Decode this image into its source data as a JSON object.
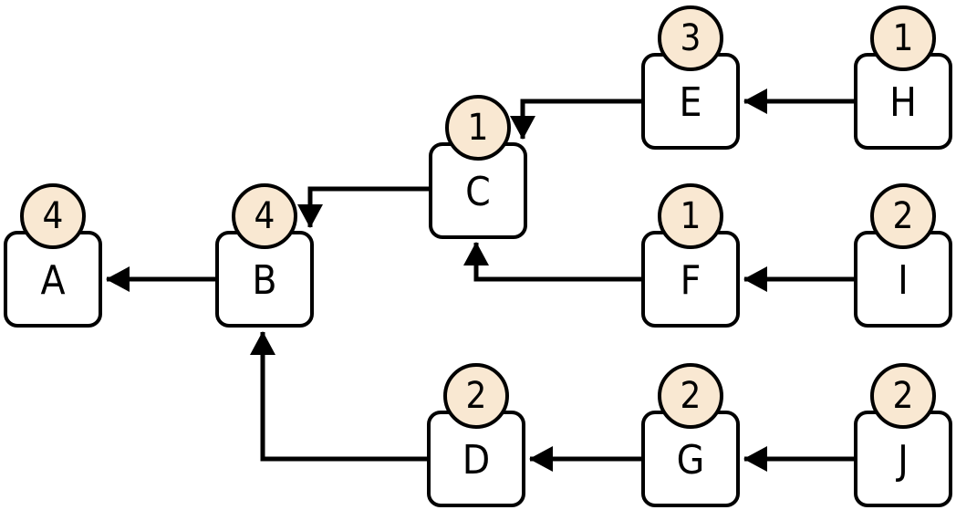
{
  "diagram": {
    "nodes": [
      {
        "id": "A",
        "label": "A",
        "badge": "4"
      },
      {
        "id": "B",
        "label": "B",
        "badge": "4"
      },
      {
        "id": "C",
        "label": "C",
        "badge": "1"
      },
      {
        "id": "D",
        "label": "D",
        "badge": "2"
      },
      {
        "id": "E",
        "label": "E",
        "badge": "3"
      },
      {
        "id": "F",
        "label": "F",
        "badge": "1"
      },
      {
        "id": "G",
        "label": "G",
        "badge": "2"
      },
      {
        "id": "H",
        "label": "H",
        "badge": "1"
      },
      {
        "id": "I",
        "label": "I",
        "badge": "2"
      },
      {
        "id": "J",
        "label": "J",
        "badge": "2"
      }
    ],
    "edges": [
      {
        "from": "H",
        "to": "E"
      },
      {
        "from": "E",
        "to": "C"
      },
      {
        "from": "I",
        "to": "F"
      },
      {
        "from": "F",
        "to": "C"
      },
      {
        "from": "C",
        "to": "B"
      },
      {
        "from": "B",
        "to": "A"
      },
      {
        "from": "J",
        "to": "G"
      },
      {
        "from": "G",
        "to": "D"
      },
      {
        "from": "D",
        "to": "B"
      }
    ],
    "colors": {
      "node_fill": "#ffffff",
      "badge_fill": "#f9e8d2",
      "stroke": "#000000",
      "background": "#ffffff"
    }
  }
}
